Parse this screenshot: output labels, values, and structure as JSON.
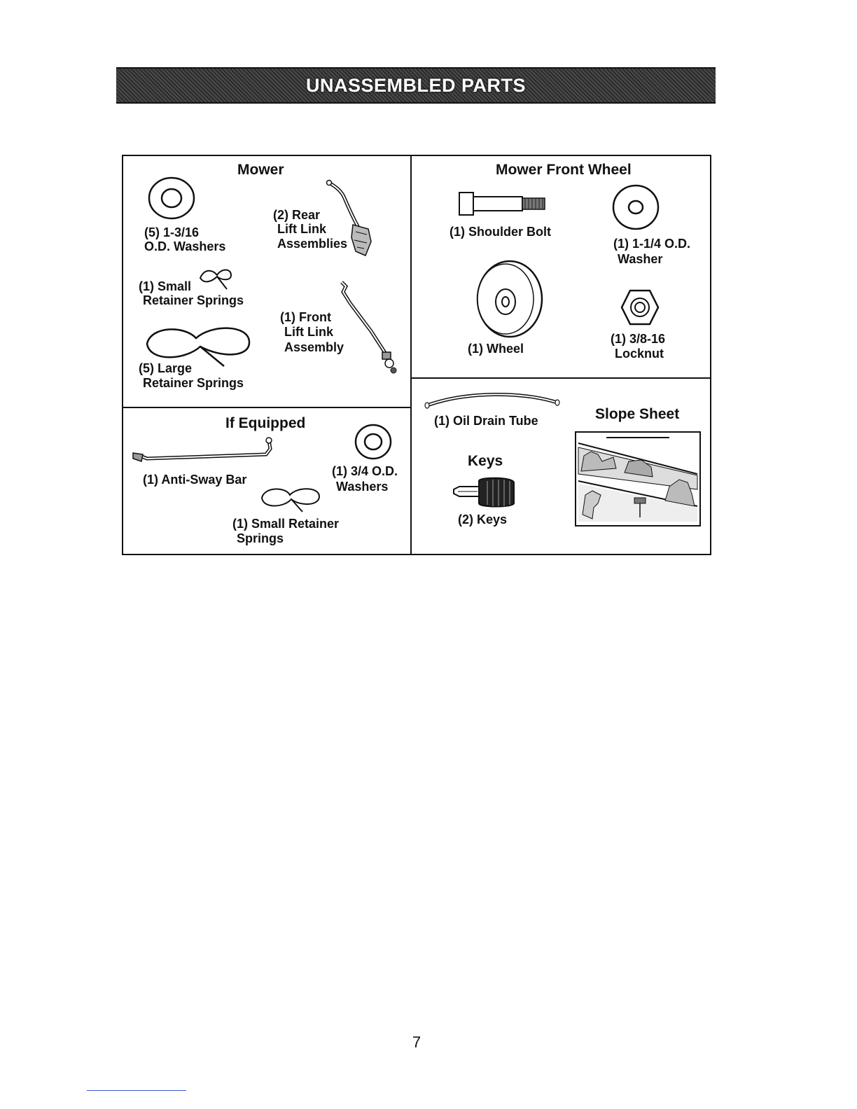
{
  "banner": {
    "title": "UNASSEMBLED PARTS"
  },
  "sections": {
    "mower": {
      "title": "Mower",
      "washers_qty": "(5) 1-3/16",
      "washers_name": "O.D. Washers",
      "rear_link_qty": "(2) Rear",
      "rear_link_name_1": "Lift Link",
      "rear_link_name_2": "Assemblies",
      "small_spring_qty": "(1) Small",
      "small_spring_name": "Retainer Springs",
      "front_link_qty": "(1) Front",
      "front_link_name_1": "Lift Link",
      "front_link_name_2": "Assembly",
      "large_spring_qty": "(5) Large",
      "large_spring_name": "Retainer Springs"
    },
    "front_wheel": {
      "title": "Mower Front Wheel",
      "shoulder_bolt": "(1) Shoulder Bolt",
      "washer_qty": "(1) 1-1/4 O.D.",
      "washer_name": "Washer",
      "wheel": "(1) Wheel",
      "locknut_qty": "(1) 3/8-16",
      "locknut_name": "Locknut"
    },
    "if_equipped": {
      "title": "If Equipped",
      "anti_sway_bar": "(1) Anti-Sway Bar",
      "washers_qty": "(1) 3/4 O.D.",
      "washers_name": "Washers",
      "spring_qty": "(1) Small Retainer",
      "spring_name": "Springs"
    },
    "misc": {
      "oil_drain_tube": "(1) Oil Drain Tube",
      "slope_sheet_title": "Slope Sheet",
      "keys_title": "Keys",
      "keys_qty": "(2) Keys"
    }
  },
  "page_number": "7"
}
